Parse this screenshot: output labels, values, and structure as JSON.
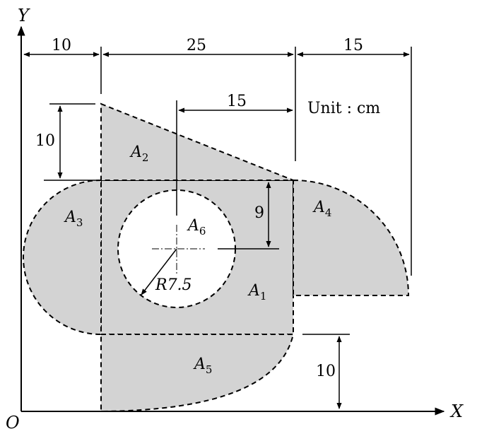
{
  "axes": {
    "x_label": "X",
    "y_label": "Y",
    "origin_label": "O"
  },
  "unit_label": "Unit : cm",
  "dimensions": {
    "top_left": "10",
    "top_middle": "25",
    "top_right": "15",
    "inner_top": "15",
    "left_height": "10",
    "middle_height": "9",
    "bottom_height": "10"
  },
  "radius_label": "R7.5",
  "areas": [
    {
      "letter": "A",
      "sub": "1"
    },
    {
      "letter": "A",
      "sub": "2"
    },
    {
      "letter": "A",
      "sub": "3"
    },
    {
      "letter": "A",
      "sub": "4"
    },
    {
      "letter": "A",
      "sub": "5"
    },
    {
      "letter": "A",
      "sub": "6"
    }
  ]
}
